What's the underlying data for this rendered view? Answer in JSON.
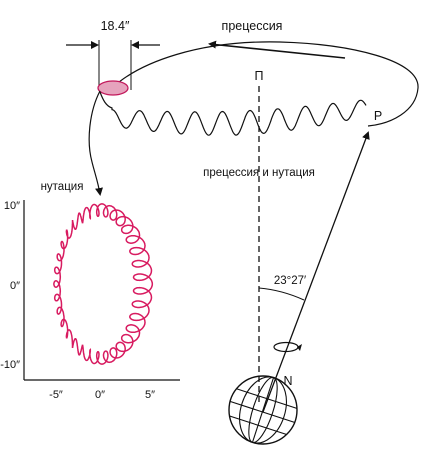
{
  "labels": {
    "width_label": "18.4″",
    "precession": "прецессия",
    "pole": "П",
    "point_p": "P",
    "precession_nutation": "прецессия и нутация",
    "nutation": "нутация",
    "angle": "23°27′",
    "north": "N"
  },
  "nutation_plot": {
    "y_ticks": [
      "10″",
      "0″",
      "-10″"
    ],
    "x_ticks": [
      "-5″",
      "0″",
      "5″"
    ]
  },
  "colors": {
    "ink": "#111111",
    "nutation_curve": "#d81b60",
    "ellipse_fill": "#e6a3bd",
    "ellipse_stroke": "#c2185b"
  }
}
